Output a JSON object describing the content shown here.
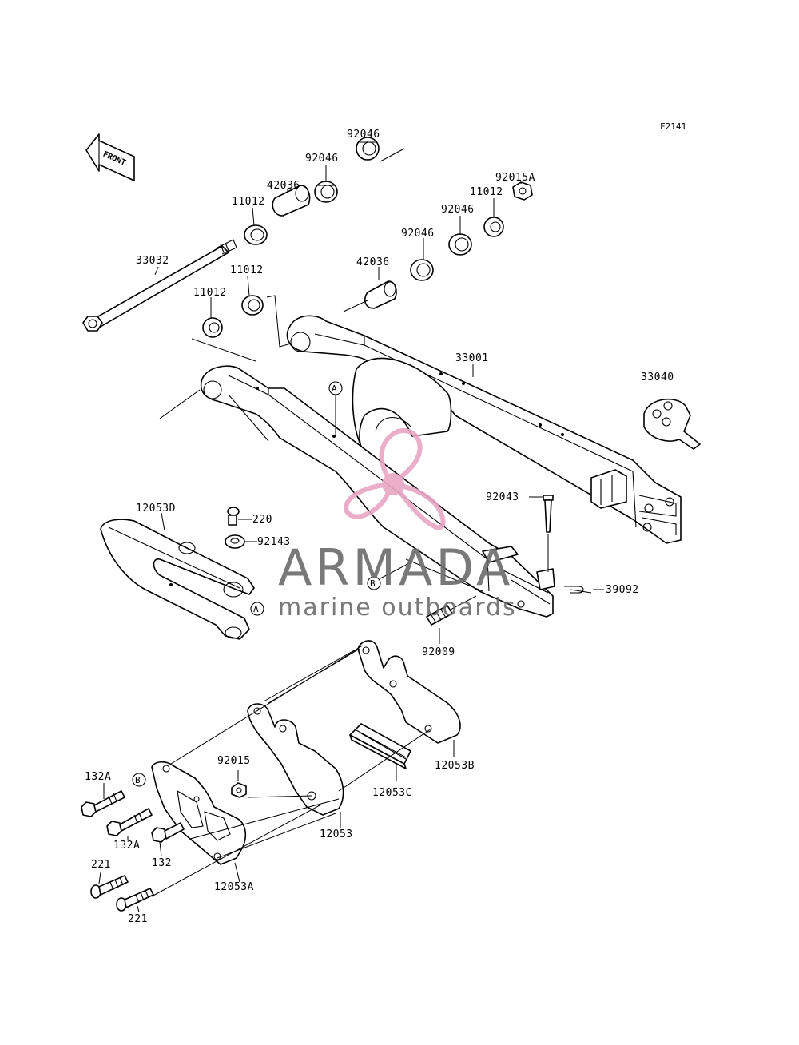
{
  "diagram": {
    "figure_code": "F2141",
    "front_marker": "FRONT",
    "ref_A": "A",
    "ref_B": "B",
    "labels": {
      "p92046_top": "92046",
      "p92046_a": "92046",
      "p42036_a": "42036",
      "p11012_a": "11012",
      "p33032": "33032",
      "p11012_b": "11012",
      "p11012_c": "11012",
      "p92015A": "92015A",
      "p11012_d": "11012",
      "p92046_b": "92046",
      "p92046_c": "92046",
      "p42036_b": "42036",
      "p33001": "33001",
      "p33040": "33040",
      "p12053D": "12053D",
      "p220": "220",
      "p92143": "92143",
      "p92043": "92043",
      "p39092": "39092",
      "p92009": "92009",
      "p92015": "92015",
      "p132A_a": "132A",
      "p132A_b": "132A",
      "p132": "132",
      "p221_a": "221",
      "p221_b": "221",
      "p12053A": "12053A",
      "p12053": "12053",
      "p12053C": "12053C",
      "p12053B": "12053B"
    }
  },
  "watermark": {
    "brand": "ARMADA",
    "tagline": "marine outboards",
    "colors": {
      "pink": "#e8a6c3",
      "gray": "#6b6b6b"
    }
  }
}
